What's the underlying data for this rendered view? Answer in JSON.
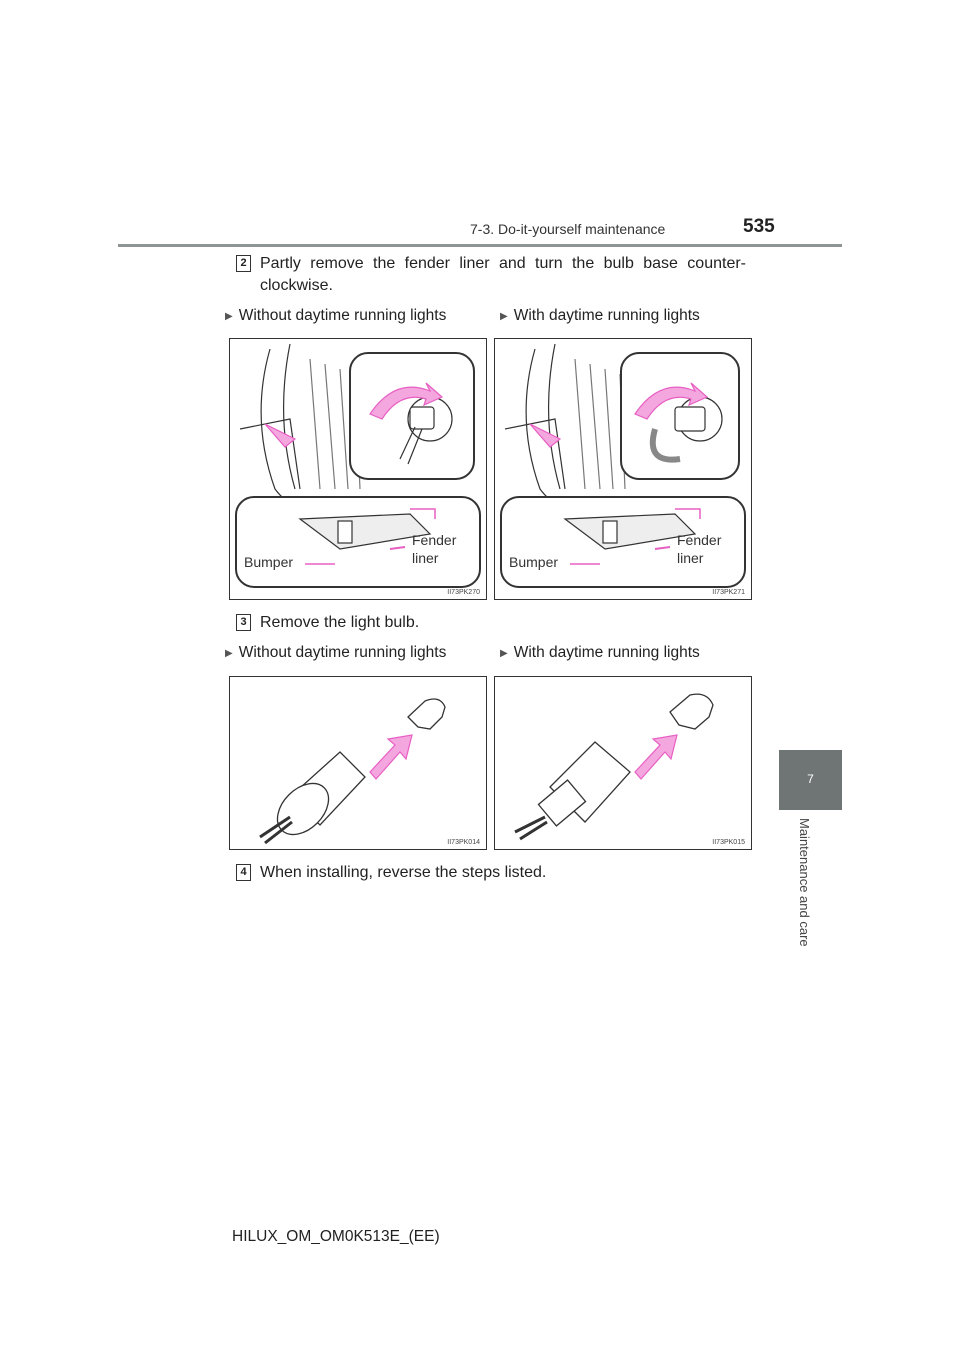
{
  "header": {
    "section": "7-3. Do-it-yourself maintenance",
    "page_number": "535"
  },
  "side_tab": {
    "number": "7",
    "label": "Maintenance and care"
  },
  "steps": [
    {
      "number": "2",
      "text": "Partly remove the fender liner and turn the bulb base counter-clockwise."
    },
    {
      "number": "3",
      "text": "Remove the light bulb."
    },
    {
      "number": "4",
      "text": "When installing, reverse the steps listed."
    }
  ],
  "variants": {
    "without": "Without daytime running lights",
    "with": "With daytime running lights"
  },
  "figures": {
    "fig1": {
      "code": "II73PK270",
      "bumper": "Bumper",
      "fender": "Fender liner"
    },
    "fig2": {
      "code": "II73PK271",
      "bumper": "Bumper",
      "fender": "Fender liner"
    },
    "fig3": {
      "code": "II73PK014"
    },
    "fig4": {
      "code": "II73PK015"
    }
  },
  "colors": {
    "accent_pink": "#e85fc3",
    "arrow_fill": "#f4a6df",
    "tab_gray": "#6f7575"
  },
  "footer": {
    "doc_code": "HILUX_OM_OM0K513E_(EE)"
  }
}
